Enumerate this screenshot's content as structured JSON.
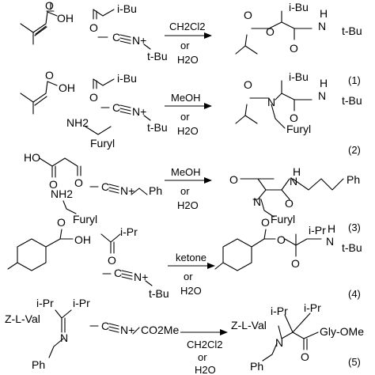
{
  "reactions": [
    {
      "number": "(1)",
      "conditions": [
        "CH2Cl2",
        "or",
        "H2O"
      ],
      "reactant_labels": [
        "OH",
        "O",
        "i-Bu",
        "C",
        "N+",
        "t-Bu"
      ],
      "product_labels": [
        "O",
        "O",
        "i-Bu",
        "H",
        "N",
        "O",
        "t-Bu"
      ]
    },
    {
      "number": "(2)",
      "conditions": [
        "MeOH",
        "or",
        "H2O"
      ],
      "reactant_labels": [
        "OH",
        "O",
        "NH2",
        "Furyl",
        "O",
        "i-Bu",
        "C",
        "N+",
        "t-Bu"
      ],
      "product_labels": [
        "O",
        "N",
        "Furyl",
        "i-Bu",
        "H",
        "N",
        "O",
        "t-Bu"
      ]
    },
    {
      "number": "(3)",
      "conditions": [
        "MeOH",
        "or",
        "H2O"
      ],
      "reactant_labels": [
        "HO",
        "O",
        "O",
        "NH2",
        "Furyl",
        "C",
        "N+",
        "Ph"
      ],
      "product_labels": [
        "O",
        "N",
        "Furyl",
        "H",
        "N",
        "O",
        "Ph"
      ]
    },
    {
      "number": "(4)",
      "conditions": [
        "ketone",
        "or",
        "H2O"
      ],
      "reactant_labels": [
        "OH",
        "O",
        "O",
        "i-Pr",
        "C",
        "N+",
        "t-Bu"
      ],
      "product_labels": [
        "O",
        "O",
        "i-Pr",
        "H",
        "N",
        "O",
        "t-Bu"
      ]
    },
    {
      "number": "(5)",
      "conditions": [
        "CH2Cl2",
        "or",
        "H2O"
      ],
      "reactant_labels": [
        "Z-L-Val",
        "i-Pr",
        "i-Pr",
        "N",
        "Ph",
        "C",
        "N+",
        "CO2Me"
      ],
      "product_labels": [
        "Z-L-Val",
        "N",
        "i-Pr",
        "i-Pr",
        "Gly-OMe",
        "O",
        "Ph"
      ]
    }
  ]
}
